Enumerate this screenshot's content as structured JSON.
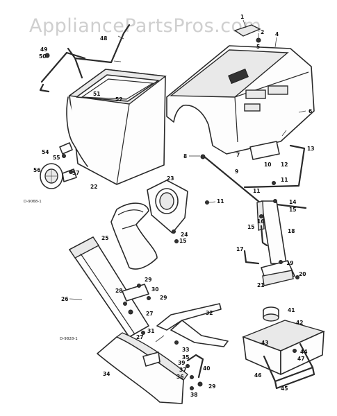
{
  "watermark": "AppliancePartsPros.com",
  "diagram_codes": [
    "D-9068-1",
    "D-9828-1"
  ],
  "callouts": {
    "c1": "1",
    "c2": "2",
    "c4": "4",
    "c5": "5",
    "c6": "6",
    "c7": "7",
    "c8": "8",
    "c9": "9",
    "c10": "10",
    "c11a": "11",
    "c11b": "11",
    "c11c": "11",
    "c12": "12",
    "c13": "13",
    "c14": "14",
    "c15a": "15",
    "c15b": "15",
    "c15c": "15",
    "c16": "16",
    "c17": "17",
    "c18": "18",
    "c19": "19",
    "c20": "20",
    "c21": "21",
    "c22": "22",
    "c23": "23",
    "c24": "24",
    "c25": "25",
    "c26": "26",
    "c27a": "27",
    "c27b": "27",
    "c28": "28",
    "c29a": "29",
    "c29b": "29",
    "c29c": "29",
    "c30": "30",
    "c31": "31",
    "c32": "32",
    "c33": "33",
    "c34": "34",
    "c35": "35",
    "c36": "36",
    "c37": "37",
    "c38": "38",
    "c39": "39",
    "c40": "40",
    "c41": "41",
    "c42": "42",
    "c43": "43",
    "c44": "44",
    "c45": "45",
    "c46": "46",
    "c47": "47",
    "c48": "48",
    "c49": "49",
    "c50": "50",
    "c51": "51",
    "c52": "52",
    "c54": "54",
    "c55": "55",
    "c56": "56",
    "c57": "57"
  }
}
